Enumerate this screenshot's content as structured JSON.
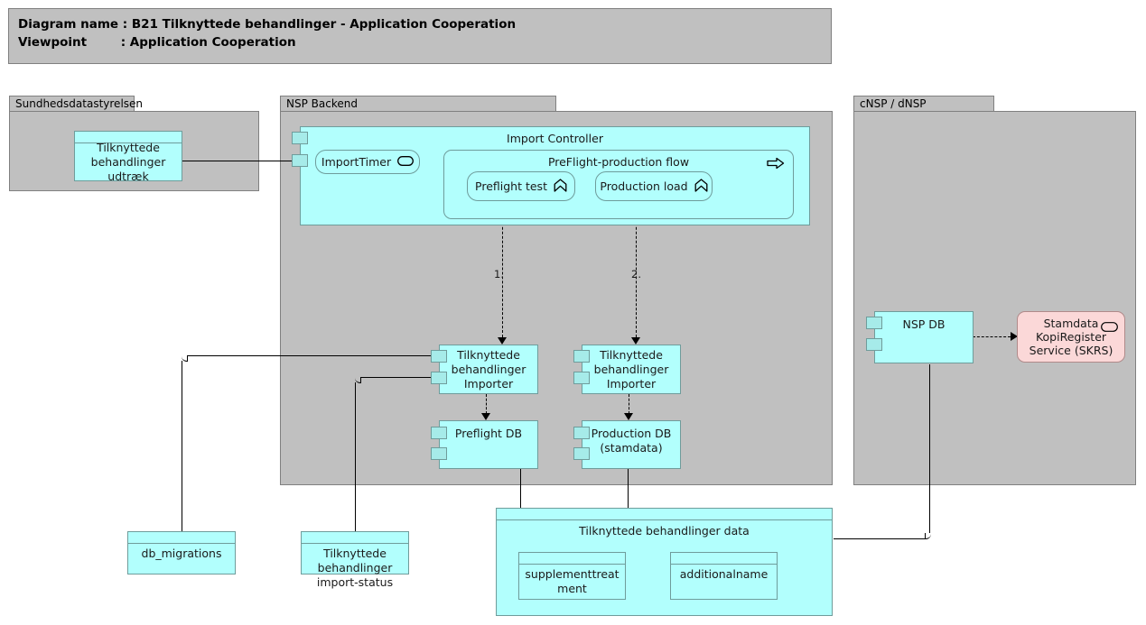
{
  "header": {
    "line1": "Diagram name : B21 Tilknyttede behandlinger - Application Cooperation",
    "line2": "Viewpoint        : Application Cooperation"
  },
  "groups": {
    "sundhedsdatastyrelsen": {
      "label": "Sundhedsdatastyrelsen"
    },
    "nsp_backend": {
      "label": "NSP Backend"
    },
    "cnsp_dnsp": {
      "label": "cNSP / dNSP"
    }
  },
  "nodes": {
    "udtraek": {
      "label": "Tilknyttede behandlinger udtræk"
    },
    "import_controller": {
      "label": "Import Controller"
    },
    "import_timer": {
      "label": "ImportTimer",
      "icon": "application-service-icon"
    },
    "preflight_flow": {
      "label": "PreFlight-production flow",
      "icon": "application-process-icon"
    },
    "preflight_test": {
      "label": "Preflight test",
      "icon": "application-function-icon"
    },
    "production_load": {
      "label": "Production load",
      "icon": "application-function-icon"
    },
    "importer_left": {
      "label": "Tilknyttede behandlinger Importer"
    },
    "importer_right": {
      "label": "Tilknyttede behandlinger Importer"
    },
    "preflight_db": {
      "label": "Preflight DB"
    },
    "production_db": {
      "label": "Production DB (stamdata)"
    },
    "db_migrations": {
      "label": "db_migrations"
    },
    "import_status": {
      "label": "Tilknyttede behandlinger import-status"
    },
    "behandlinger_data": {
      "label": "Tilknyttede behandlinger data"
    },
    "supplementtreatment": {
      "label": "supplementtreatment"
    },
    "additionalname": {
      "label": "additionalname"
    },
    "nsp_db": {
      "label": "NSP DB"
    },
    "skrs": {
      "label": "Stamdata KopiRegister Service (SKRS)",
      "icon": "application-service-icon"
    }
  },
  "connector_labels": {
    "seq1": "1.",
    "seq2": "2."
  },
  "colors": {
    "application_fill": "#b2fffd",
    "application_stroke": "#6f9c9b",
    "group_fill": "#c0c0c0",
    "group_stroke": "#808080",
    "service_fill": "#fbd8d8",
    "service_stroke": "#b08a8a",
    "connector": "#000000",
    "canvas": "#ffffff"
  }
}
